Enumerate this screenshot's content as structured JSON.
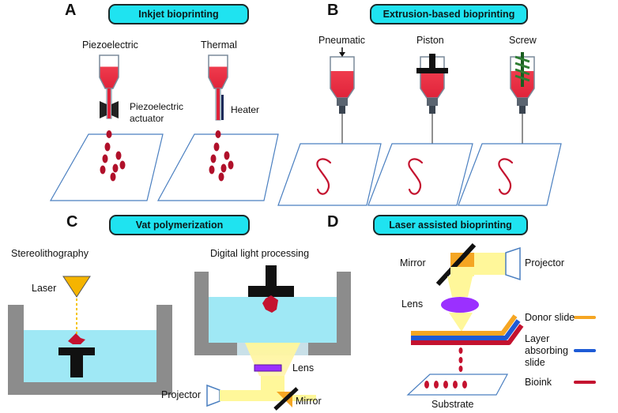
{
  "panels": {
    "a": {
      "letter": "A",
      "title": "Inkjet bioprinting",
      "labels": {
        "piezo": "Piezoelectric",
        "thermal": "Thermal",
        "actuator_1": "Piezoelectric",
        "actuator_2": "actuator",
        "heater": "Heater"
      }
    },
    "b": {
      "letter": "B",
      "title": "Extrusion-based bioprinting",
      "labels": {
        "pneumatic": "Pneumatic",
        "piston": "Piston",
        "screw": "Screw"
      }
    },
    "c": {
      "letter": "C",
      "title": "Vat polymerization",
      "labels": {
        "stereo": "Stereolithography",
        "dlp": "Digital light processing",
        "laser": "Laser",
        "lens": "Lens",
        "projector": "Projector",
        "mirror": "Mirror"
      }
    },
    "d": {
      "letter": "D",
      "title": "Laser assisted bioprinting",
      "labels": {
        "mirror": "Mirror",
        "projector": "Projector",
        "lens": "Lens",
        "substrate": "Substrate"
      },
      "legend": [
        {
          "label_lines": [
            "Donor slide"
          ],
          "color": "#f5a623"
        },
        {
          "label_lines": [
            "Layer",
            "absorbing",
            "slide"
          ],
          "color": "#1e5bd6"
        },
        {
          "label_lines": [
            "Bioink"
          ],
          "color": "#c4122f"
        }
      ]
    }
  },
  "colors": {
    "pill": "#1fe3f0",
    "bioink": "#c4122f",
    "vat_fluid": "#9fe8f5",
    "vat_wall": "#8c8c8c",
    "light_beam": "#fff79a",
    "lens_purple": "#9b30ff"
  },
  "icons": [
    "syringe-icon",
    "droplet-icon",
    "piston-icon",
    "screw-icon",
    "laser-triangle-icon",
    "projector-icon",
    "mirror-icon",
    "lens-icon"
  ]
}
